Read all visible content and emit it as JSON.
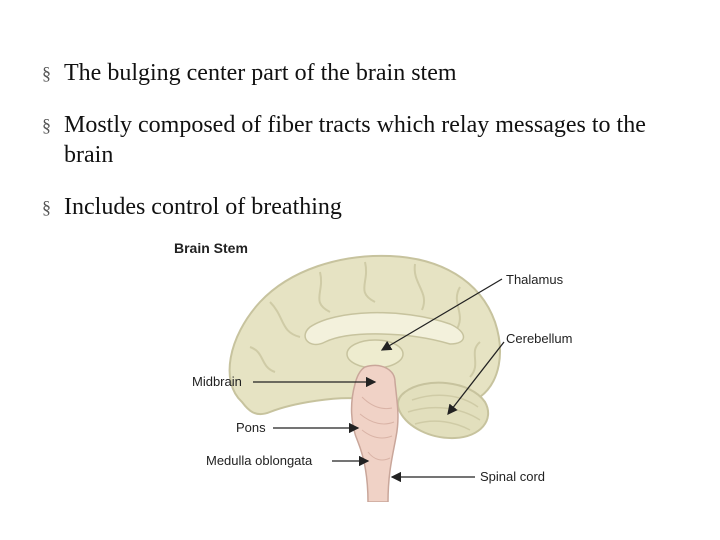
{
  "bullets": [
    {
      "marker": "§",
      "text": "The bulging center part of the brain stem"
    },
    {
      "marker": "§",
      "text": "Mostly composed of fiber tracts which relay messages to the brain"
    },
    {
      "marker": "§",
      "text": "Includes control of breathing"
    }
  ],
  "figure": {
    "title": "Brain Stem",
    "labels": {
      "thalamus": "Thalamus",
      "cerebellum": "Cerebellum",
      "midbrain": "Midbrain",
      "pons": "Pons",
      "medulla": "Medulla oblongata",
      "spinal_cord": "Spinal cord"
    },
    "colors": {
      "cortex": "#e6e3c3",
      "cortex_outline": "#c7c39e",
      "white_matter": "#eeeccf",
      "brainstem": "#f0d2c6",
      "brainstem_outline": "#c9a69a",
      "cerebellum": "#e2dfbd",
      "arrow": "#222222"
    }
  }
}
